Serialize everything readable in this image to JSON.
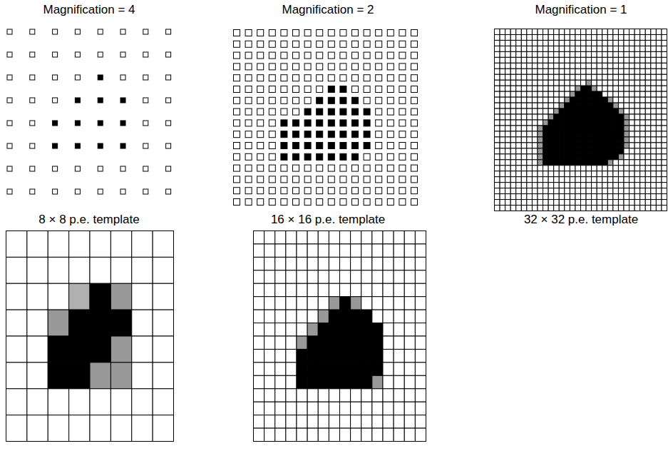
{
  "diagram": {
    "labels": [
      "Magnification = 4",
      "Magnification = 2",
      "Magnification = 1",
      "8 × 8 p.e. template",
      "16 × 16 p.e. template",
      "32 × 32 p.e. template"
    ]
  }
}
